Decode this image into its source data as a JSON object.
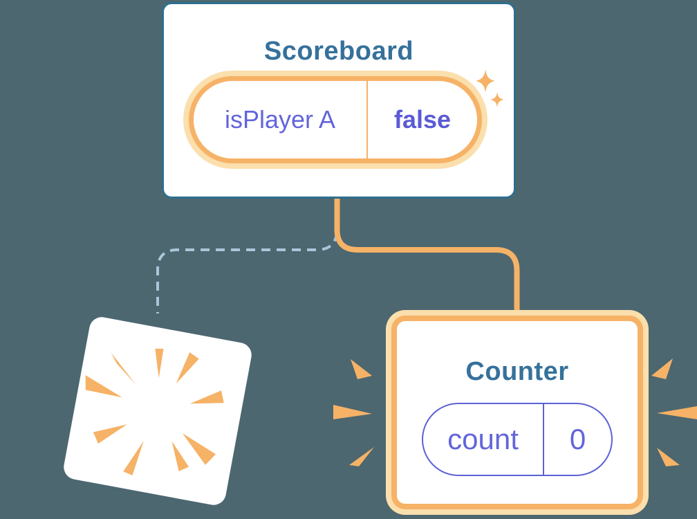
{
  "diagram": {
    "description": "React component tree state diagram: Scoreboard parent keeps state, one child is removed (poof) and Counter child is freshly added with new state",
    "background": "#4C6770",
    "colors": {
      "card_border_blue": "#2E6E8E",
      "title_blue": "#35719B",
      "accent_orange": "#F6B266",
      "accent_orange_pale": "#FBDFAD",
      "state_purple": "#6265DB",
      "state_purple_bold": "#5B5BD6",
      "pill_purple_line": "#5B62D4",
      "dashed_edge_blue": "#A9C6DB",
      "card_white": "#FFFFFF"
    },
    "scoreboard": {
      "title": "Scoreboard",
      "state_pill": {
        "label": "isPlayer A",
        "value": "false"
      }
    },
    "counter": {
      "title": "Counter",
      "state_pill": {
        "label": "count",
        "value": "0"
      }
    },
    "edges": {
      "active_edge": "solid orange elbow from Scoreboard to Counter",
      "removed_edge": "dashed blue elbow from Scoreboard to removed component"
    },
    "decorations": {
      "sparkles": "two orange four-point sparkles at scoreboard pill",
      "poof_burst": "orange burst wedges on destroyed card",
      "counter_burst": "orange emphasis wedges flanking Counter card"
    }
  }
}
